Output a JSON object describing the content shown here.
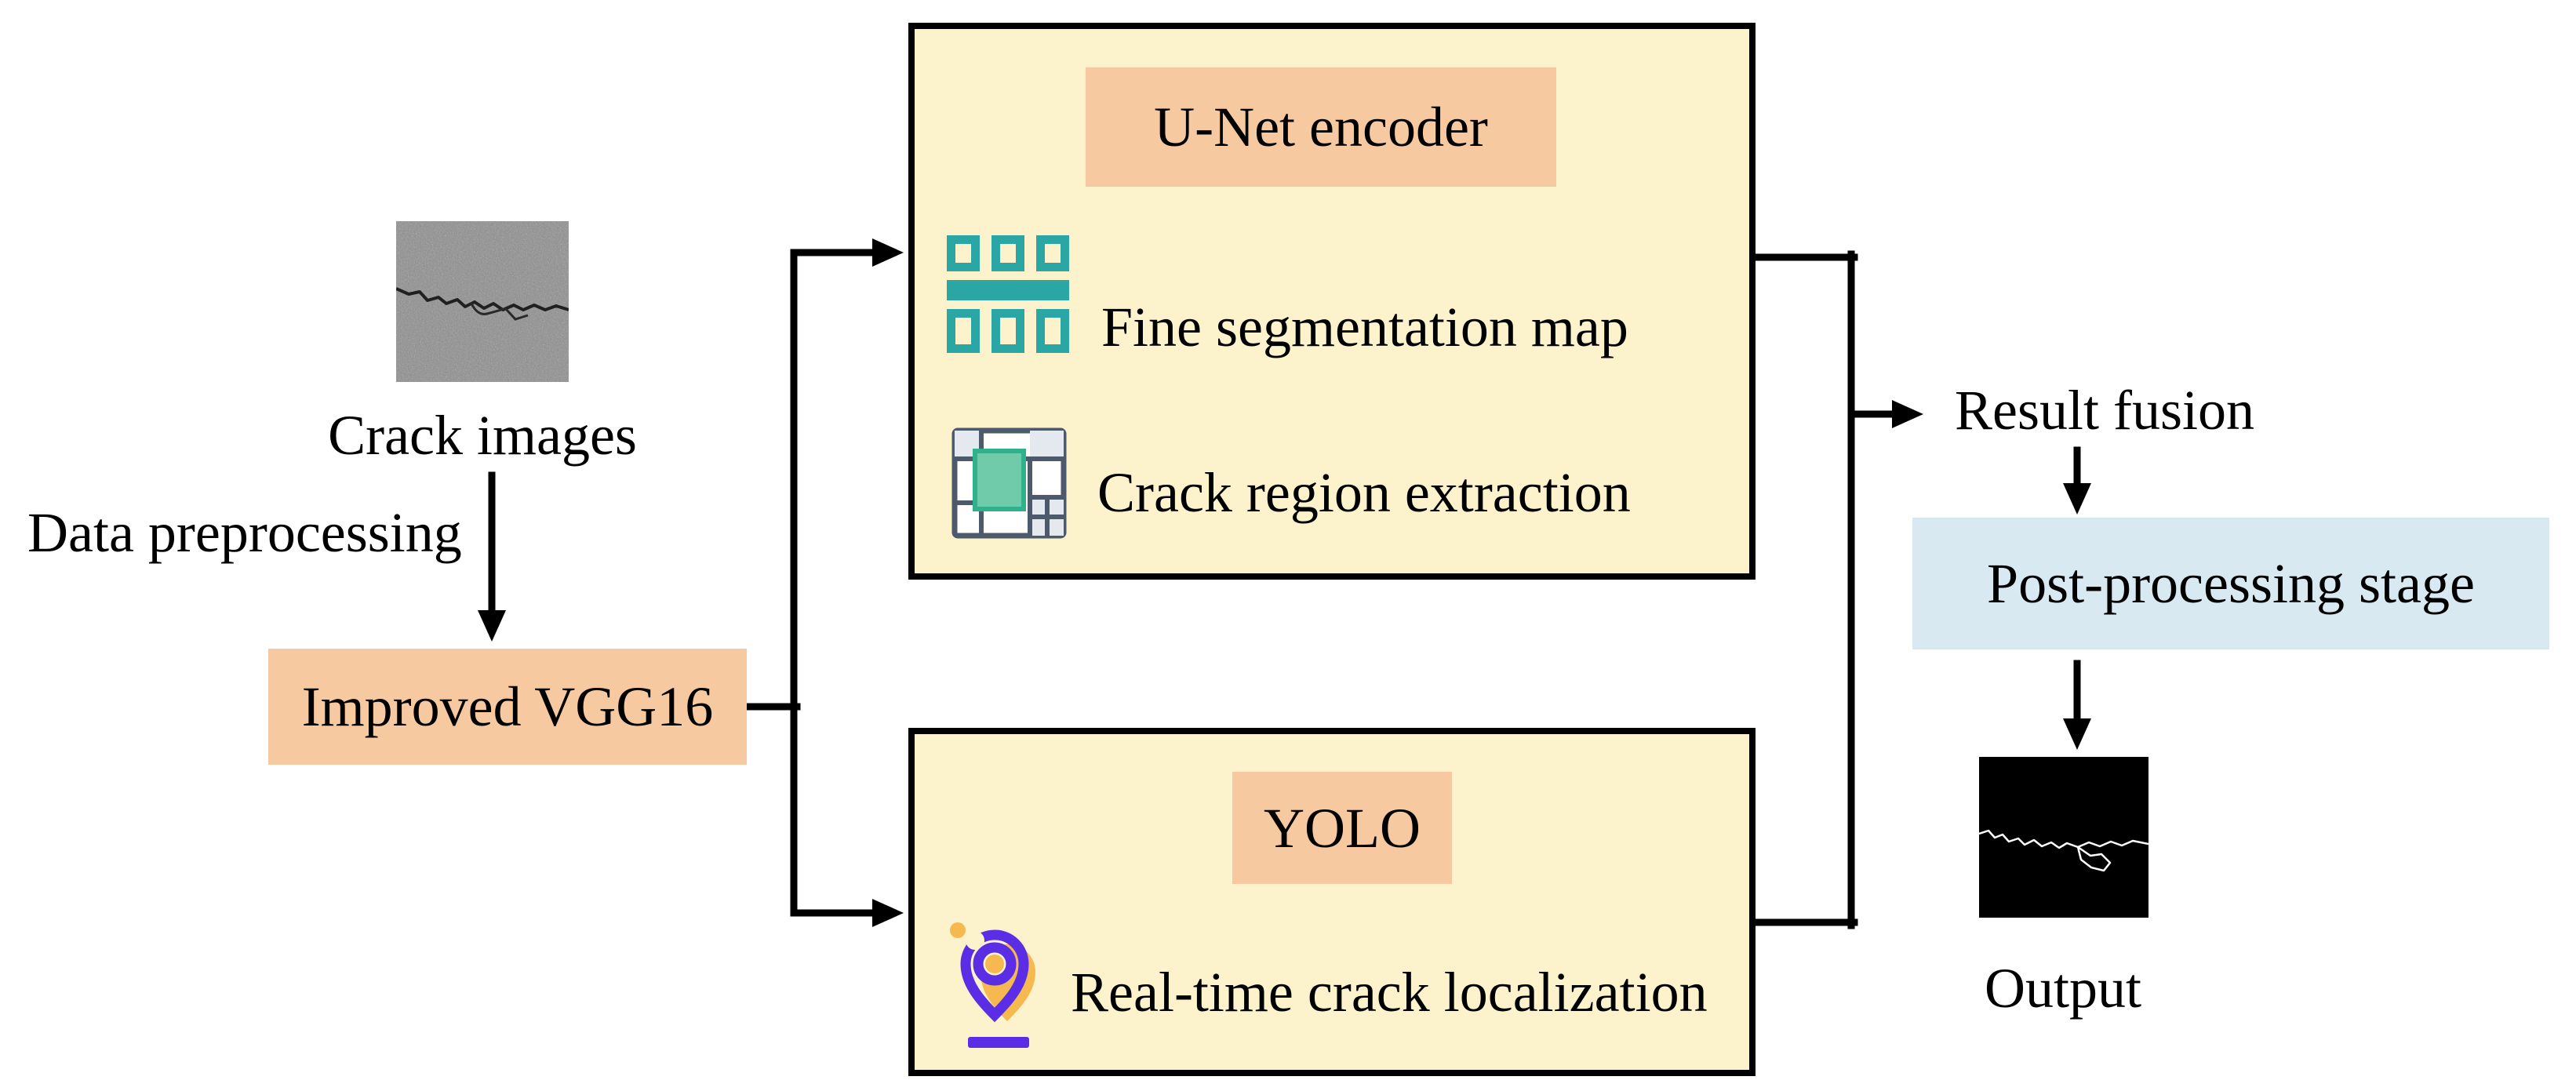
{
  "figure": {
    "colors": {
      "cream": "#FCF2CC",
      "peach": "#F7C9A0",
      "light_blue": "#D9E9F2",
      "teal": "#2AA7A4",
      "green_fill": "#6FCBAA",
      "green_stroke": "#2FB28C",
      "slate": "#4D5A6B",
      "gray_cell": "#E4E9F0",
      "purple": "#5B2EE5",
      "orange": "#F6B94F",
      "line": "#000000"
    },
    "input": {
      "caption": "Crack images",
      "icon": "crack-photo"
    },
    "preprocess": {
      "label": "Data preprocessing"
    },
    "vgg": {
      "label": "Improved VGG16"
    },
    "unet_branch": {
      "title": "U-Net encoder",
      "items": [
        {
          "icon": "teal-grid-icon",
          "label": "Fine segmentation map"
        },
        {
          "icon": "region-grid-icon",
          "label": "Crack region extraction"
        }
      ]
    },
    "yolo_branch": {
      "title": "YOLO",
      "items": [
        {
          "icon": "map-pin-icon",
          "label": "Real-time crack localization"
        }
      ]
    },
    "fusion": {
      "label": "Result fusion"
    },
    "post": {
      "label": "Post-processing stage"
    },
    "output": {
      "caption": "Output",
      "icon": "crack-mask"
    }
  }
}
